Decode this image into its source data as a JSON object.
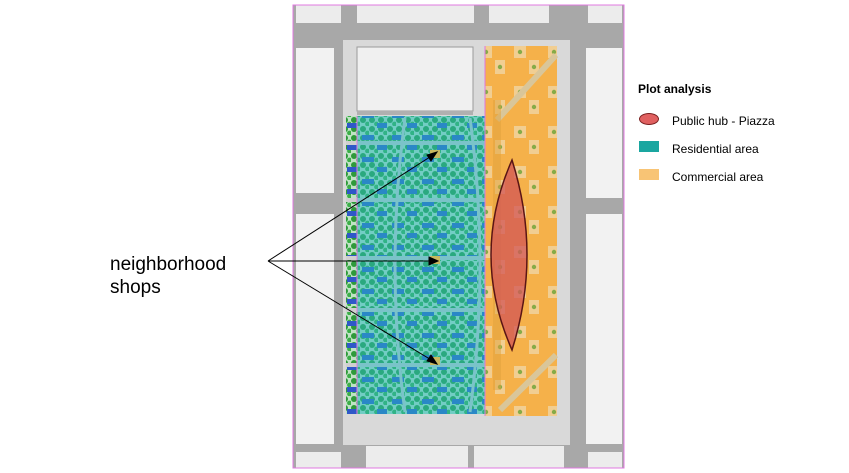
{
  "annotation": {
    "line1": "neighborhood",
    "line2": "shops"
  },
  "legend": {
    "title": "Plot analysis",
    "items": [
      {
        "label": "Public hub - Piazza",
        "symbol": "ellipse",
        "color": "#e06060"
      },
      {
        "label": "Residential area",
        "symbol": "rect",
        "color": "#1aa6a0"
      },
      {
        "label": "Commercial area",
        "symbol": "rect",
        "color": "#f8c475"
      }
    ]
  },
  "colors": {
    "road": "#a8a8a8",
    "sidewalk": "#e3e3e3",
    "greenery": "#2e9a3a",
    "residential_overlay": "#26b8c4",
    "commercial_overlay": "#f5b54a",
    "piazza": "#d25656",
    "building_blue": "#2f58c8",
    "boundary": "#e078e0"
  }
}
